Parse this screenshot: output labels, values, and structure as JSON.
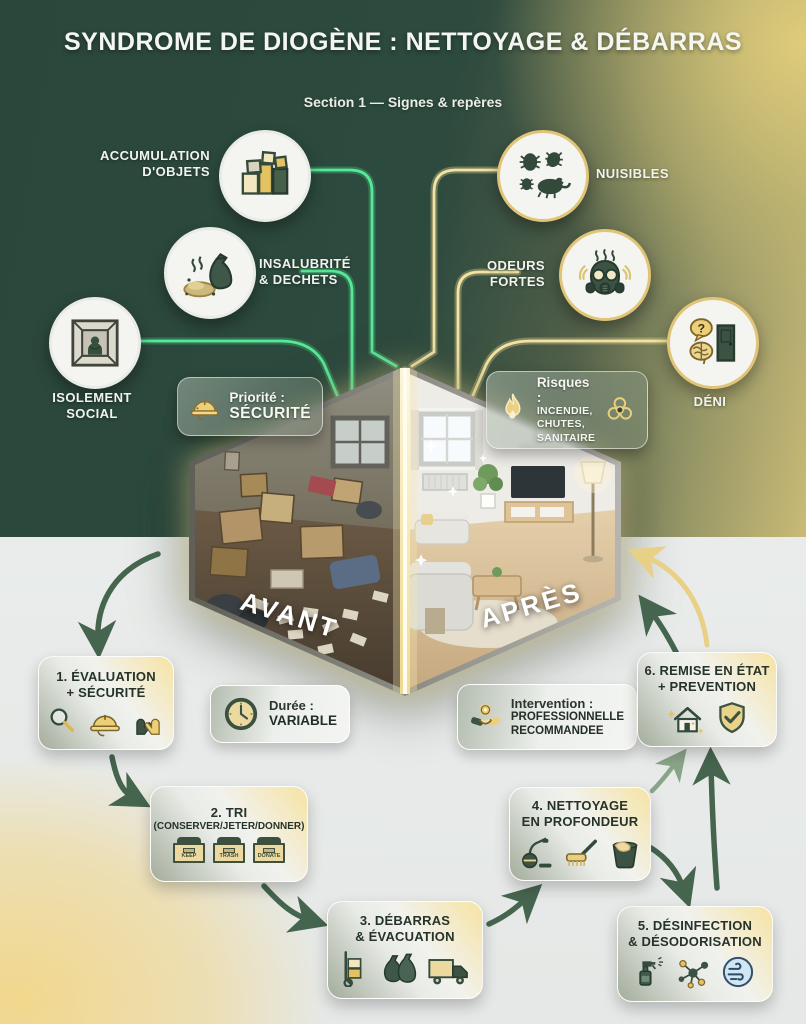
{
  "header": {
    "title": "SYNDROME DE DIOGÈNE : NETTOYAGE & DÉBARRAS",
    "section": "Section 1 — Signes & repères"
  },
  "signs": [
    {
      "label": "ACCUMULATION\nD'OBJETS",
      "icon": "stacked-boxes-icon"
    },
    {
      "label": "NUISIBLES",
      "icon": "pests-icon"
    },
    {
      "label": "INSALUBRITÉ\n& DECHETS",
      "icon": "trash-bag-icon"
    },
    {
      "label": "ODEURS\nFORTES",
      "icon": "gas-mask-icon"
    },
    {
      "label": "ISOLEMENT\nSOCIAL",
      "icon": "isolation-icon"
    },
    {
      "label": "DÉNI",
      "icon": "denial-icon",
      "question_mark": "?"
    }
  ],
  "badges": {
    "priority": {
      "prefix": "Priorité :",
      "value": "SÉCURITÉ",
      "icon": "helmet-icon"
    },
    "risks": {
      "prefix": "Risques :",
      "value": "INCENDIE,\nCHUTES,\nSANITAIRE",
      "icons": [
        "flame-icon",
        "biohazard-icon"
      ]
    }
  },
  "hexagon": {
    "before": "AVANT",
    "after": "APRÈS"
  },
  "steps": [
    {
      "title": "1. ÉVALUATION\n+ SÉCURITÉ",
      "icons": [
        "magnifier-icon",
        "helmet-icon",
        "gloves-icon"
      ]
    },
    {
      "title": "2. TRI",
      "subtitle": "(CONSERVER/JETER/DONNER)",
      "bins": [
        "KEEP",
        "TRASH",
        "DONATE"
      ],
      "icons": [
        "sorting-boxes-icon"
      ]
    },
    {
      "title": "3. DÉBARRAS\n& ÉVACUATION",
      "icons": [
        "handtruck-icon",
        "trash-bags-icon",
        "truck-icon"
      ]
    },
    {
      "title": "4. NETTOYAGE\nEN PROFONDEUR",
      "icons": [
        "vacuum-icon",
        "brush-icon",
        "bucket-icon"
      ]
    },
    {
      "title": "5. DÉSINFECTION\n& DÉSODORISATION",
      "icons": [
        "spray-bottle-icon",
        "molecule-icon",
        "wind-icon"
      ]
    },
    {
      "title": "6. REMISE EN ÉTAT\n+ PREVENTION",
      "icons": [
        "house-sparkle-icon",
        "shield-check-icon"
      ]
    }
  ],
  "info_cards": {
    "duration": {
      "prefix": "Durée :",
      "value": "VARIABLE",
      "icon": "clock-icon"
    },
    "intervention": {
      "prefix": "Intervention :",
      "value": "PROFESSIONNELLE\nRECOMMANDEE",
      "icon": "handshake-icon"
    }
  },
  "colors": {
    "background_dark_green": "#2d4a3e",
    "background_gold": "#d7c77e",
    "background_light": "#e9ecea",
    "neon_green": "#45d985",
    "neon_gold": "#ead586",
    "icon_dark_green": "#344a3b",
    "icon_gold": "#e4c262",
    "arrow_dark": "#46654f",
    "arrow_yellow": "#e8d087"
  }
}
